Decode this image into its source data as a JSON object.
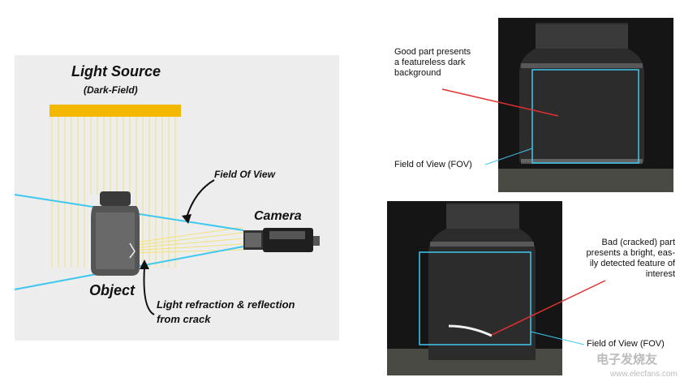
{
  "left": {
    "light_source": "Light Source",
    "dark_field": "(Dark-Field)",
    "field_of_view": "Field Of View",
    "camera": "Camera",
    "object": "Object",
    "refraction_line1": "Light refraction & reflection",
    "refraction_line2": "from crack"
  },
  "right": {
    "good_line1": "Good part presents",
    "good_line2": "a featureless dark",
    "good_line3": "background",
    "fov_top": "Field of View (FOV)",
    "bad_line1": "Bad (cracked) part",
    "bad_line2": "presents a bright, eas-",
    "bad_line3": "ily detected feature of",
    "bad_line4": "interest",
    "fov_bottom": "Field of View (FOV)"
  },
  "watermark": {
    "text": "电子发烧友",
    "url": "www.elecfans.com"
  },
  "colors": {
    "light_bar": "#f5b800",
    "light_rays": "#f3e27a",
    "fov_line": "#3fc8ef",
    "pointer_red": "#e03030",
    "photo_bg": "#151515"
  }
}
